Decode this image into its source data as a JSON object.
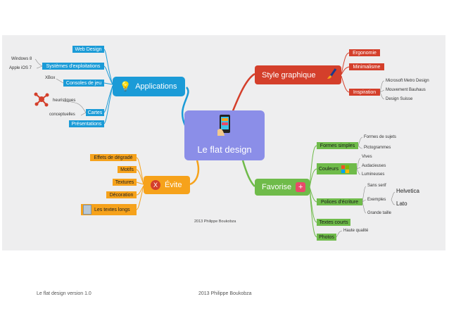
{
  "central": {
    "title": "Le flat design"
  },
  "credit": "2013 Philippe Boukobza",
  "applications": {
    "title": "Applications",
    "items": [
      "Web Design",
      "Systèmes d'exploitations",
      "Consoles de jeu",
      "Cartes",
      "Présentations"
    ],
    "os": [
      "Windows 8",
      "Apple iOS 7"
    ],
    "consoles": [
      "XBox"
    ],
    "cartes": [
      "heuristiques",
      "conceptuelles"
    ]
  },
  "style": {
    "title": "Style graphique",
    "items": [
      "Ergonomie",
      "Minimalisme",
      "Inspiration"
    ],
    "inspiration": [
      "Microsoft Metro Design",
      "Mouvement Bauhaus",
      "Design Suisse"
    ]
  },
  "evite": {
    "title": "Évite",
    "items": [
      "Effets de dégradé",
      "Motifs",
      "Textures",
      "Décoration",
      "Les textes longs"
    ]
  },
  "favorise": {
    "title": "Favorise",
    "items": [
      "Formes simples",
      "Couleurs",
      "Polices d'écriture",
      "Textes courts",
      "Photos"
    ],
    "formes": [
      "Formes de sujets",
      "Pictogrammes"
    ],
    "couleurs": [
      "Vives",
      "Audacieuses",
      "Lumineuses"
    ],
    "polices": [
      "Sans serif",
      "Exemples",
      "Grande taille"
    ],
    "exemples": [
      "Helvetica",
      "Lato"
    ],
    "photos": [
      "Haute qualité"
    ]
  },
  "footer": {
    "left": "Le flat design version 1.0",
    "right": "2013 Philippe Boukobza"
  },
  "colors": {
    "blue": "#1b9bd7",
    "red": "#d43f2b",
    "orange": "#f6a21b",
    "green": "#6fbb4a",
    "central": "#8b8ee8"
  }
}
